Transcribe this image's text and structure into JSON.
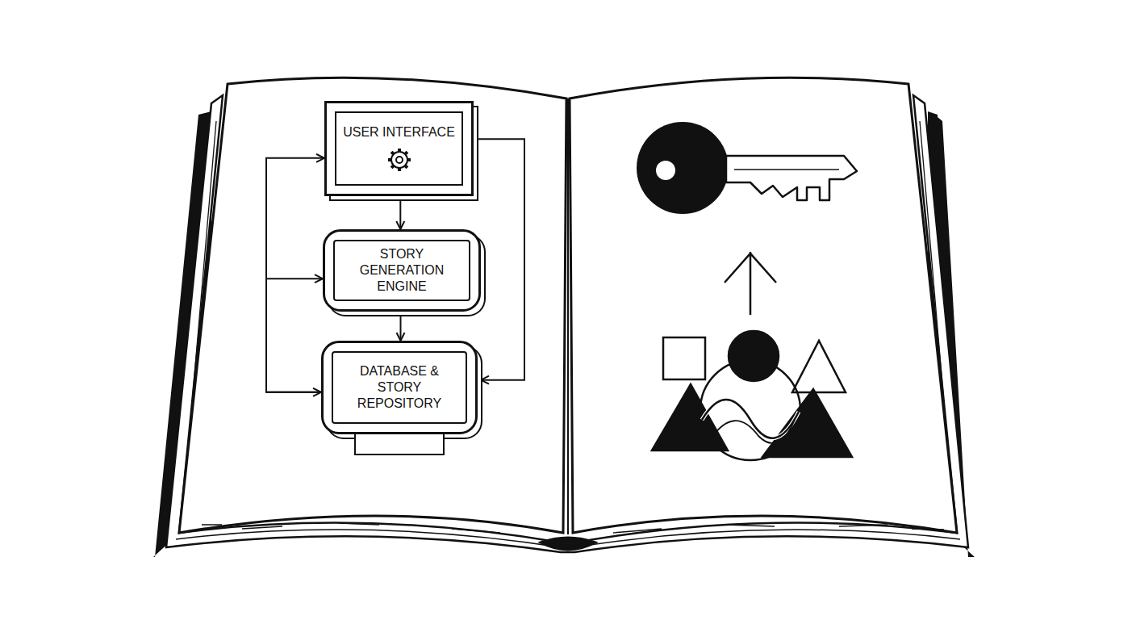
{
  "diagram": {
    "nodes": [
      {
        "text": [
          "USER INTERFACE"
        ]
      },
      {
        "text": [
          "STORY GENERATION ENGINE"
        ]
      },
      {
        "text": [
          "DATABASE & STORY REPOSITORY"
        ]
      }
    ],
    "edges": [
      {
        "from": 0,
        "to": 1,
        "arrow": "to"
      },
      {
        "from": 1,
        "to": 2,
        "arrow": "to"
      },
      {
        "from": 0,
        "to": 2,
        "arrow": "both"
      },
      {
        "from": 2,
        "to": 1,
        "arrow": "to"
      },
      {
        "from": 0,
        "to": 2,
        "arrow": "to"
      }
    ]
  }
}
